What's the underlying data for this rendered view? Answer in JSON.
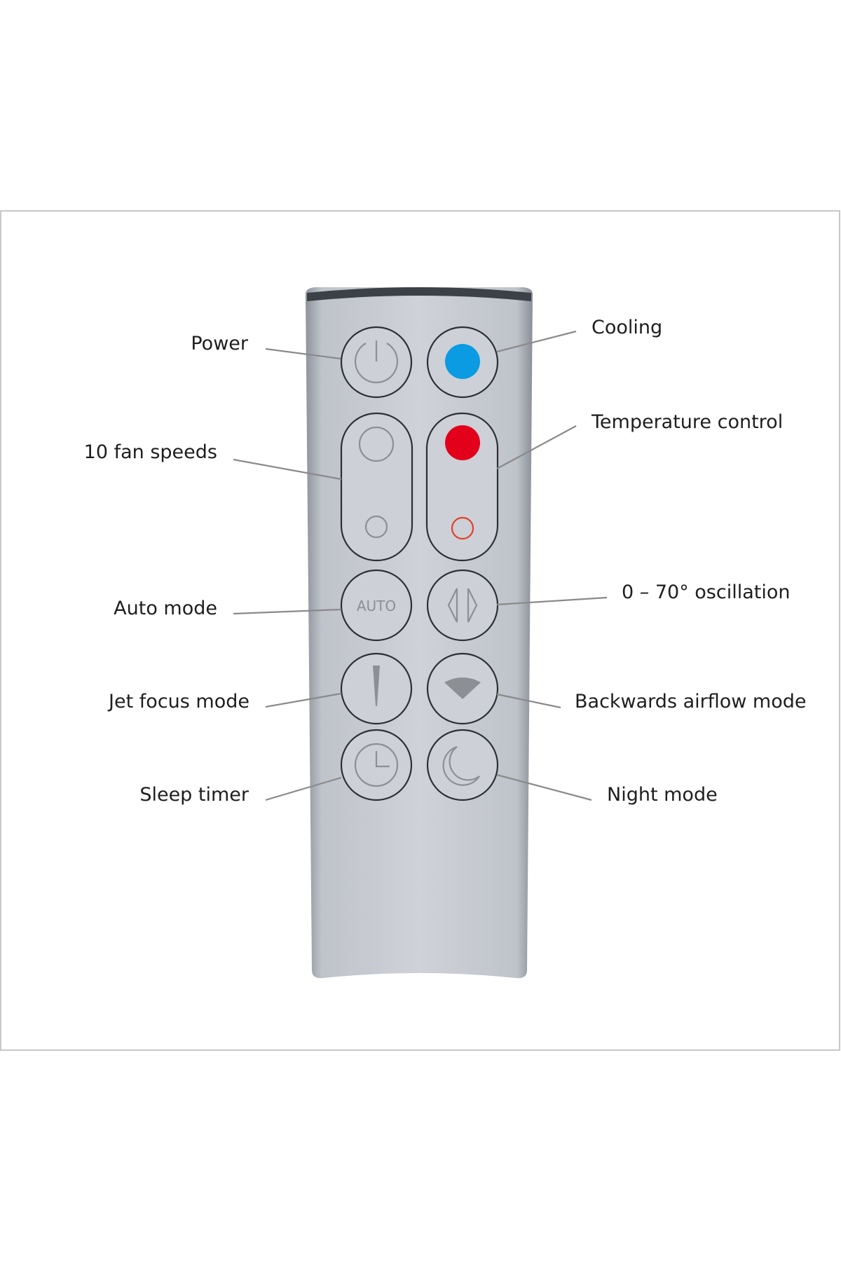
{
  "labels": {
    "power": "Power",
    "cooling": "Cooling",
    "fan_speeds": "10 fan speeds",
    "temperature": "Temperature control",
    "auto": "Auto mode",
    "oscillation": "0 – 70° oscillation",
    "jet_focus": "Jet focus mode",
    "backwards": "Backwards airflow mode",
    "sleep_timer": "Sleep timer",
    "night": "Night mode"
  },
  "remote": {
    "auto_button_text": "AUTO"
  },
  "colors": {
    "cooling": "#0a9be2",
    "heating": "#e2001a",
    "heat_down": "#e2402a"
  }
}
